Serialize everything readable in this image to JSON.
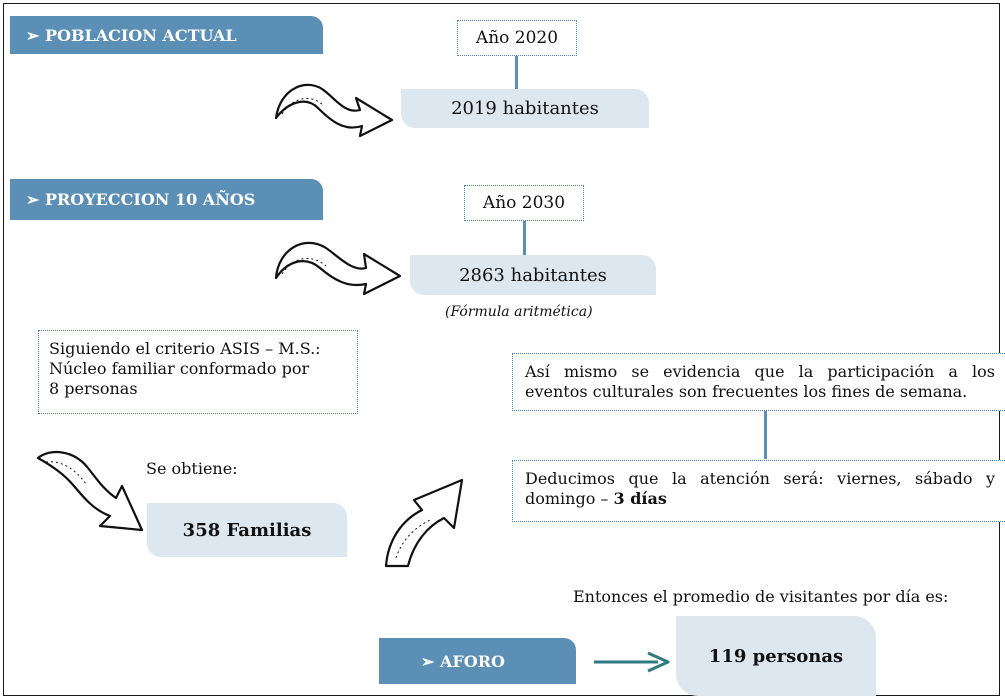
{
  "sections": {
    "poblacion_actual": "➢ POBLACION ACTUAL",
    "proyeccion": "➢ PROYECCION 10 AÑOS",
    "aforo": "➢ AFORO"
  },
  "poblacion": {
    "year_label": "Año 2020",
    "habitantes": "2019 habitantes"
  },
  "proyeccion": {
    "year_label": "Año 2030",
    "habitantes": "2863 habitantes",
    "formula_note": "(Fórmula aritmética)"
  },
  "criterio": {
    "line1": "Siguiendo el criterio ASIS – M.S.:",
    "line2": "Núcleo familiar conformado por",
    "line3": "8 personas"
  },
  "familias": {
    "obtiene_label": "Se obtiene:",
    "result": "358 Familias"
  },
  "eventos": {
    "line1": "Así mismo se evidencia que la participación a los",
    "line2": "eventos culturales son frecuentes los fines de semana."
  },
  "atencion": {
    "line1": "Deducimos que la atención será: viernes, sábado y",
    "line2_prefix": "domingo – ",
    "line2_bold": "3 días"
  },
  "promedio_text": "Entonces el promedio de visitantes por día es:",
  "aforo_result": "119 personas",
  "colors": {
    "tab_blue": "#5b8fb5",
    "pill_fill": "#dce7f0",
    "dotted_border": "#4a84b3",
    "connector": "#5b8fb5",
    "aforo_arrow": "#2f7b80"
  },
  "icons": [
    "curved-arrow-icon",
    "right-arrow-icon"
  ]
}
